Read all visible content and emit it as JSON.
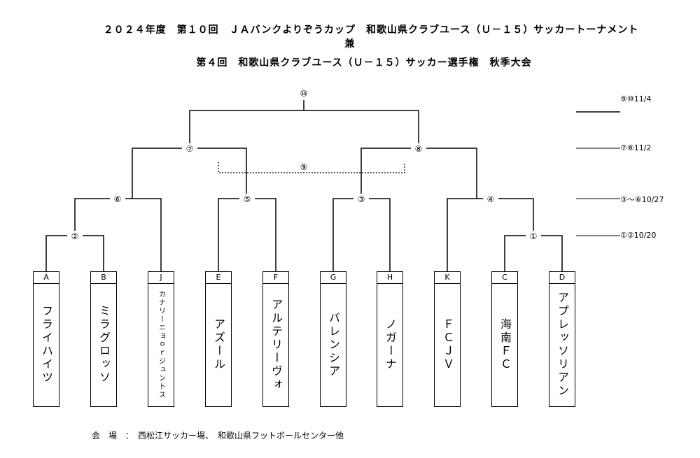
{
  "header": {
    "title_line1": "２０２４年度　第１０回　ＪＡバンクよりぞうカップ　和歌山県クラブユース（Ｕ－１５）サッカートーナメント",
    "title_line2": "兼",
    "title_line3": "第４回　和歌山県クラブユース（Ｕ－１５）サッカー選手権　秋季大会"
  },
  "teams": [
    {
      "code": "A",
      "name": "フライハイツ"
    },
    {
      "code": "B",
      "name": "ミラグロッソ"
    },
    {
      "code": "J",
      "name": "カナリーニョｏｒジュントス"
    },
    {
      "code": "E",
      "name": "アズール"
    },
    {
      "code": "F",
      "name": "アルテリーヴォ"
    },
    {
      "code": "G",
      "name": "バレンシア"
    },
    {
      "code": "H",
      "name": "ノガーナ"
    },
    {
      "code": "K",
      "name": "ＦＣＪＶ"
    },
    {
      "code": "C",
      "name": "海南ＦＣ"
    },
    {
      "code": "D",
      "name": "アプレッソリアン"
    }
  ],
  "matches": {
    "m1": "①",
    "m2": "②",
    "m3": "③",
    "m4": "④",
    "m5": "⑤",
    "m6": "⑥",
    "m7": "⑦",
    "m8": "⑧",
    "m9": "⑨",
    "m10": "⑩"
  },
  "schedule": [
    {
      "label": "⑨⑩11/4"
    },
    {
      "label": "⑦⑧11/2"
    },
    {
      "label": "③～⑥10/27"
    },
    {
      "label": "①②10/20"
    }
  ],
  "footer": {
    "venue": "会　場　：　西松江サッカー場、　和歌山県フットボールセンター他"
  }
}
